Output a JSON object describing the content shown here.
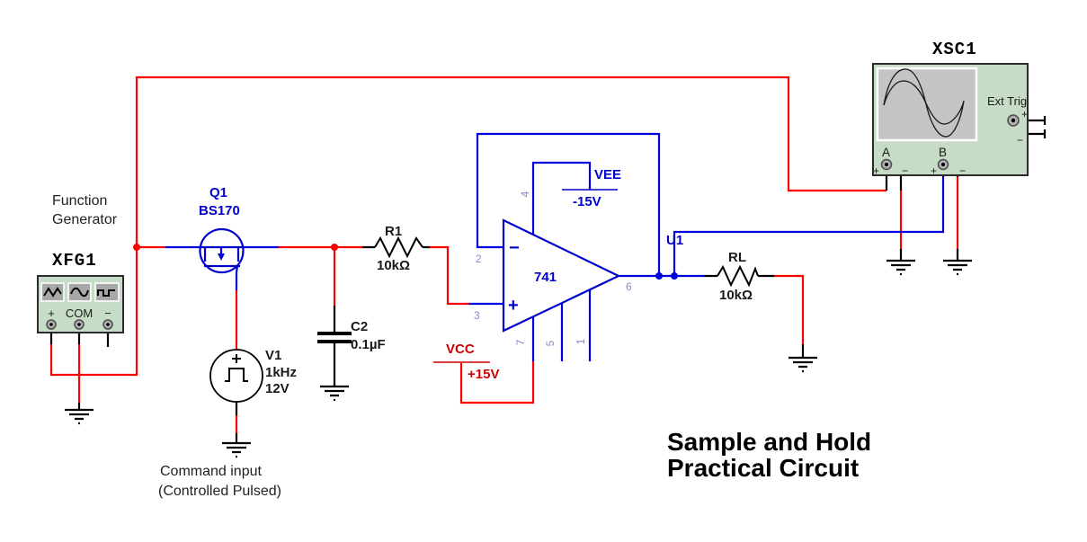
{
  "title": {
    "line1": "Sample and Hold",
    "line2": "Practical Circuit"
  },
  "annotations": {
    "function_generator": {
      "line1": "Function",
      "line2": "Generator"
    },
    "command_input": {
      "line1": "Command input",
      "line2": "(Controlled Pulsed)"
    }
  },
  "instruments": {
    "xfg1": {
      "label": "XFG1",
      "terminal_plus": "+",
      "terminal_com": "COM",
      "terminal_minus": "−"
    },
    "xsc1": {
      "label": "XSC1",
      "ext_trig": "Ext Trig",
      "channel_a": "A",
      "channel_b": "B",
      "a_plus": "+",
      "a_minus": "−",
      "b_plus": "+",
      "b_minus": "−",
      "trig_plus": "+",
      "trig_minus": "−"
    }
  },
  "components": {
    "q1": {
      "ref": "Q1",
      "part": "BS170"
    },
    "v1": {
      "ref": "V1",
      "frequency": "1kHz",
      "voltage": "12V"
    },
    "r1": {
      "ref": "R1",
      "value": "10kΩ"
    },
    "c2": {
      "ref": "C2",
      "value": "0.1µF"
    },
    "u1": {
      "ref": "U1",
      "part": "741",
      "minus": "−",
      "plus": "+",
      "pin1": "1",
      "pin2": "2",
      "pin3": "3",
      "pin4": "4",
      "pin5": "5",
      "pin6": "6",
      "pin7": "7"
    },
    "rl": {
      "ref": "RL",
      "value": "10kΩ"
    },
    "vcc": {
      "label": "VCC",
      "value": "+15V"
    },
    "vee": {
      "label": "VEE",
      "value": "-15V"
    }
  },
  "colors": {
    "wire_red": "#ff0000",
    "wire_blue": "#0000e0",
    "component_blue": "#0000cc",
    "power_red": "#cc0000",
    "instrument_fill": "#c6dcc6",
    "screen_fill": "#c4c4c4",
    "pin_number": "#8888cc"
  }
}
